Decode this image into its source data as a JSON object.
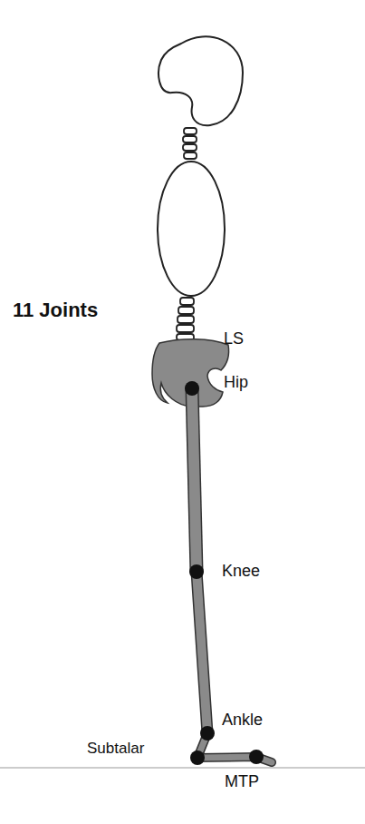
{
  "diagram": {
    "labels": [
      "11 Joints",
      "LS",
      "Hip",
      "Knee",
      "Ankle",
      "Subtalar",
      "MTP"
    ]
  }
}
